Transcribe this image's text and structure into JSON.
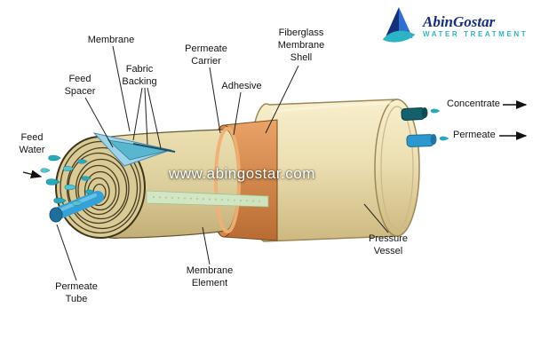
{
  "logo": {
    "name": "AbinGostar",
    "tagline": "water treatment",
    "name_color": "#15307d",
    "tagline_color": "#2fb3c4",
    "icon": "water-drop-mountain-mark"
  },
  "watermark": {
    "text": "www.abingostar.com"
  },
  "labels": {
    "membrane": "Membrane",
    "fabric_backing": "Fabric Backing",
    "feed_spacer": "Feed Spacer",
    "permeate_carrier": "Permeate Carrier",
    "adhesive": "Adhesive",
    "fiberglass_membrane_shell": "Fiberglass Membrane Shell",
    "feed_water": "Feed Water",
    "concentrate": "Concentrate",
    "permeate": "Permeate",
    "permeate_tube": "Permeate Tube",
    "membrane_element": "Membrane Element",
    "pressure_vessel": "Pressure Vessel"
  },
  "icons": {
    "feed_water_drops": "water-droplet-cluster",
    "concentrate_drops": "water-droplet",
    "permeate_drops": "water-droplet",
    "flow_arrows": "right-arrow"
  },
  "colors": {
    "pressure_vessel": "#efe3bc",
    "membrane_element": "#e2d4a2",
    "adhesive_ring": "#d98c4a",
    "shell_orange": "#c87a3e",
    "feed_spacer_blue": "#9fd4e8",
    "permeate_carrier_green": "#d2e8c6",
    "permeate_tube_blue": "#35a1d6",
    "droplet_teal": "#2aa8bd",
    "concentrate_fitting": "#14616d",
    "outline_brown": "#6b5a33",
    "label_text": "#141414"
  }
}
